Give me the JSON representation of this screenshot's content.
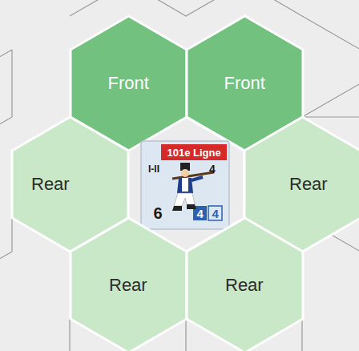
{
  "diagram": {
    "nodes": [
      {
        "text": [
          "Front"
        ]
      },
      {
        "text": [
          "Front"
        ]
      },
      {
        "text": [
          "Rear"
        ]
      },
      {
        "text": [
          "101e Ligne",
          "I-II",
          "4",
          "6",
          "4",
          "4"
        ]
      },
      {
        "text": [
          "Rear"
        ]
      },
      {
        "text": [
          "Rear"
        ]
      },
      {
        "text": [
          "Rear"
        ]
      }
    ]
  }
}
